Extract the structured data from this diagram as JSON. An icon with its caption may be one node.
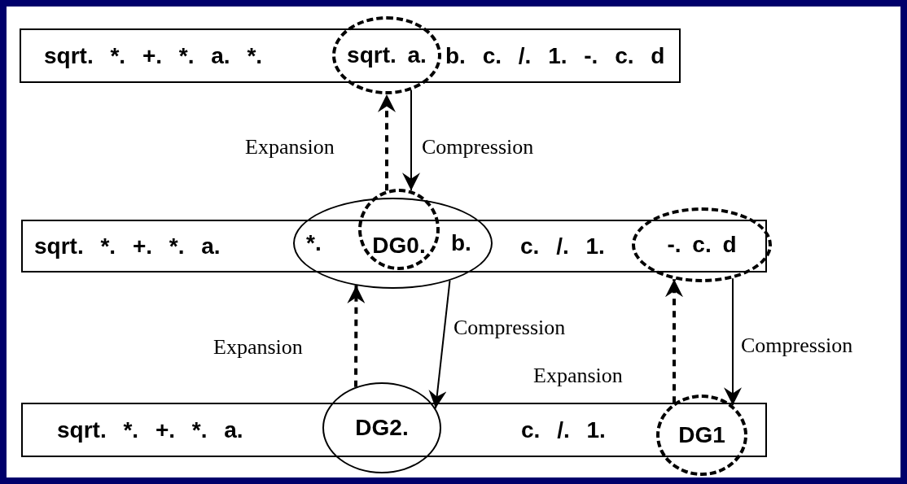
{
  "diagram": {
    "nodes": [
      {
        "text": [
          "sqrt. *. +. *. a. *.",
          "b. c. /. 1. -. c. d"
        ]
      },
      {
        "text": [
          "sqrt. a."
        ]
      },
      {
        "text": [
          "sqrt. *. +. *. a.",
          "c. /. 1."
        ]
      },
      {
        "text": [
          "*.",
          "b."
        ]
      },
      {
        "text": [
          "DG0."
        ]
      },
      {
        "text": [
          "-. c. d"
        ]
      },
      {
        "text": [
          "sqrt. *. +. *. a.",
          "c. /. 1."
        ]
      },
      {
        "text": [
          "DG2."
        ]
      },
      {
        "text": [
          "DG1"
        ]
      }
    ],
    "edges": [
      {
        "from": 4,
        "to": 1,
        "arrow": "to",
        "label": "Expansion",
        "style": "dashed"
      },
      {
        "from": 1,
        "to": 4,
        "arrow": "to",
        "label": "Compression"
      },
      {
        "from": 7,
        "to": 3,
        "arrow": "to",
        "label": "Expansion",
        "style": "dashed"
      },
      {
        "from": 3,
        "to": 7,
        "arrow": "to",
        "label": "Compression"
      },
      {
        "from": 8,
        "to": 5,
        "arrow": "to",
        "label": "Expansion",
        "style": "dashed"
      },
      {
        "from": 5,
        "to": 8,
        "arrow": "to",
        "label": "Compression"
      }
    ]
  }
}
